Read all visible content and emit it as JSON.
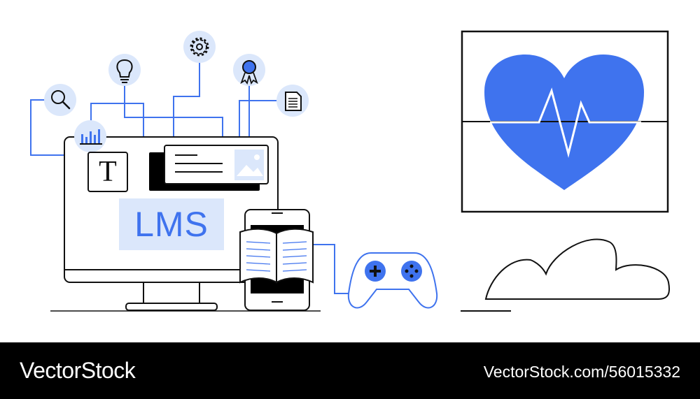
{
  "illustration": {
    "screen_heading": "LMS",
    "text_tool_glyph": "T",
    "icons": [
      "search-icon",
      "lightbulb-icon",
      "gear-icon",
      "award-ribbon-icon",
      "document-icon",
      "bar-chart-icon",
      "image-icon",
      "book-icon",
      "gamepad-icon",
      "heart-pulse-icon",
      "cloud-icon"
    ],
    "colors": {
      "accent": "#3f73ee",
      "accent_light": "#dbe7fb",
      "line": "#111111",
      "background": "#ffffff"
    }
  },
  "footer": {
    "brand": "VectorStock",
    "image_url": "VectorStock.com/56015332",
    "background": "#000000",
    "text_color": "#ffffff"
  }
}
